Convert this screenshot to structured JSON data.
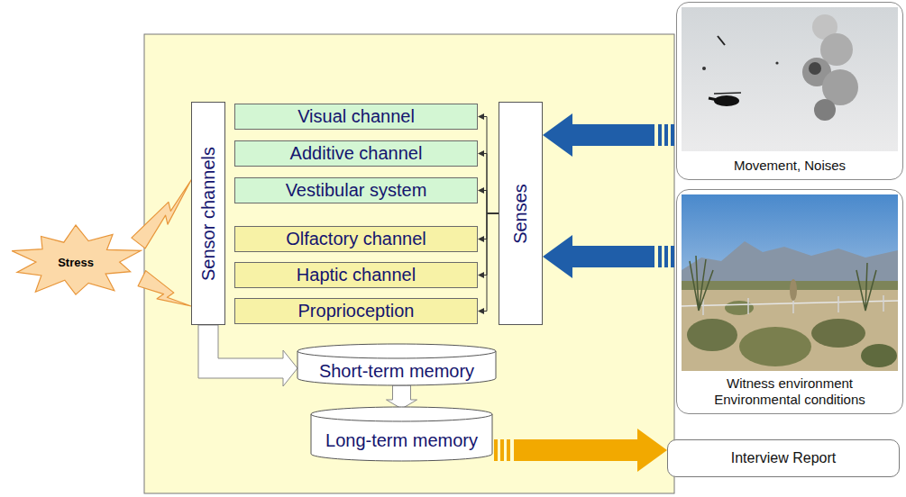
{
  "diagram": {
    "nodes": [
      {
        "text": [
          "Movement, Noises"
        ]
      },
      {
        "text": [
          "Stress"
        ]
      },
      {
        "text": [
          "Sensor channels"
        ]
      },
      {
        "text": [
          "Visual channel"
        ]
      },
      {
        "text": [
          "Additive channel"
        ]
      },
      {
        "text": [
          "Vestibular system"
        ]
      },
      {
        "text": [
          "Olfactory channel"
        ]
      },
      {
        "text": [
          "Haptic channel"
        ]
      },
      {
        "text": [
          "Proprioception"
        ]
      },
      {
        "text": [
          "Senses"
        ]
      },
      {
        "text": [
          "Witness environment",
          "Environmental conditions"
        ]
      },
      {
        "text": [
          "Short-term memory"
        ]
      },
      {
        "text": [
          "Long-term memory"
        ]
      },
      {
        "text": [
          "Interview Report"
        ]
      }
    ],
    "edges": [
      {
        "from": 0,
        "to": 9,
        "arrow": "to"
      },
      {
        "from": 10,
        "to": 9,
        "arrow": "to"
      },
      {
        "from": 9,
        "to": 3,
        "arrow": "to"
      },
      {
        "from": 9,
        "to": 4,
        "arrow": "to"
      },
      {
        "from": 9,
        "to": 5,
        "arrow": "to"
      },
      {
        "from": 9,
        "to": 6,
        "arrow": "to"
      },
      {
        "from": 9,
        "to": 7,
        "arrow": "to"
      },
      {
        "from": 9,
        "to": 8,
        "arrow": "to"
      },
      {
        "from": 1,
        "to": 2,
        "arrow": "to"
      },
      {
        "from": 1,
        "to": 2,
        "arrow": "to"
      },
      {
        "from": 2,
        "to": 11,
        "arrow": "to"
      },
      {
        "from": 11,
        "to": 12,
        "arrow": "to"
      },
      {
        "from": 12,
        "to": 13,
        "arrow": "to"
      }
    ]
  }
}
